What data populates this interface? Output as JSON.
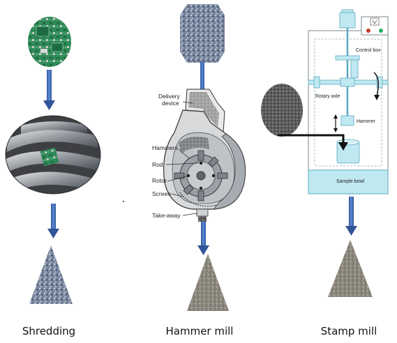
{
  "captions": {
    "shredding": "Shredding",
    "hammer_mill": "Hammer mill",
    "stamp_mill": "Stamp mill"
  },
  "hammer_mill_labels": {
    "delivery_device_1": "Delivery",
    "delivery_device_2": "device",
    "hammers": "Hammers",
    "rod": "Rod",
    "rotor": "Rotor",
    "screen": "Screen",
    "take_away": "Take-away"
  },
  "stamp_mill_labels": {
    "control_box": "Control box",
    "rotary_axle": "Rotary axle",
    "hammer": "Hammer",
    "sample_bowl": "Sample bowl"
  },
  "colors": {
    "arrow_blue": "#4472c4",
    "arrow_blue_dark": "#2f5597",
    "stamp_cyan": "#bfe8f0",
    "stamp_line": "#5aa9c0",
    "pcb_green": "#2e8b57"
  }
}
